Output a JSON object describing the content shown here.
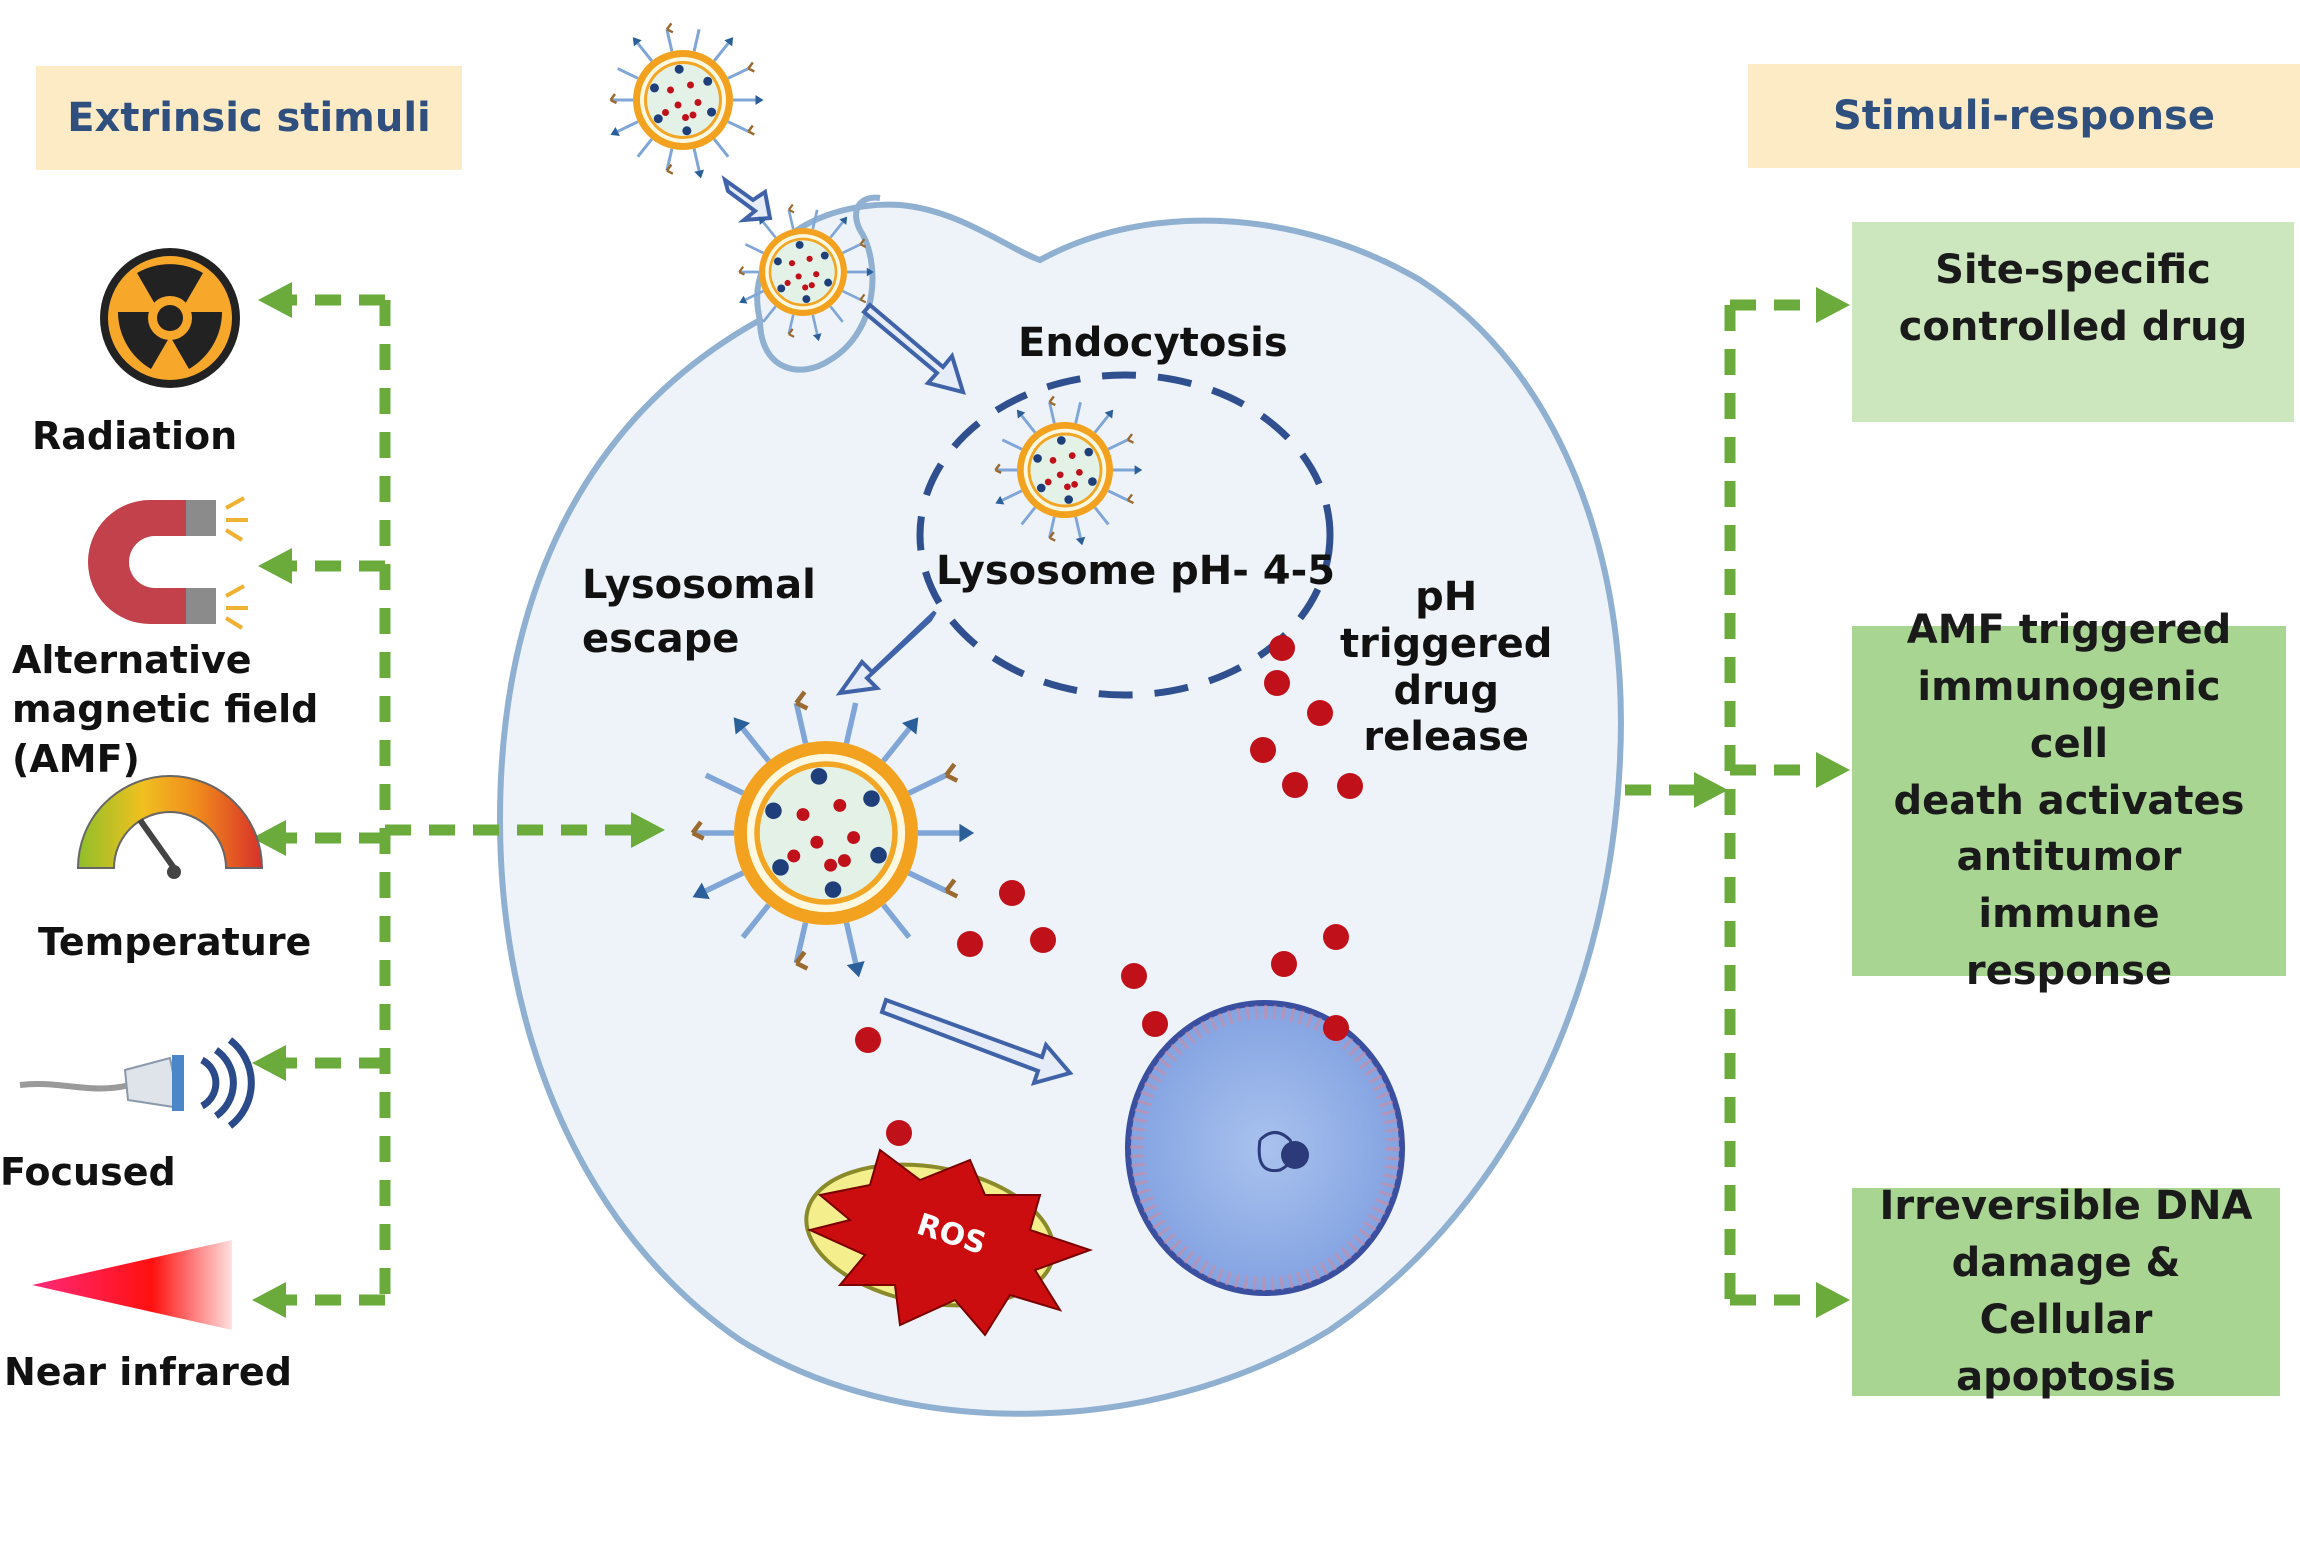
{
  "headers": {
    "extrinsic": "Extrinsic stimuli",
    "response": "Stimuli-response"
  },
  "stimuli": [
    {
      "label": "Radiation",
      "icon": "radiation-icon"
    },
    {
      "label": "Alternative\nmagnetic field\n(AMF)",
      "icon": "magnet-icon"
    },
    {
      "label": "Temperature",
      "icon": "thermometer-gauge-icon"
    },
    {
      "label": "Focused",
      "icon": "ultrasound-probe-icon"
    },
    {
      "label": "Near infrared",
      "icon": "infrared-beam-icon"
    }
  ],
  "responses": [
    {
      "label": "Site-specific\ncontrolled drug"
    },
    {
      "label": "AMF triggered\nimmunogenic cell\ndeath activates\nantitumor immune\nresponse"
    },
    {
      "label": "Irreversible DNA\ndamage & Cellular\napoptosis"
    }
  ],
  "cell": {
    "endocytosis": "Endocytosis",
    "lysosome": "Lysosome pH- 4-5",
    "escape_line1": "Lysosomal",
    "escape_line2": "escape",
    "ph_line1": "pH",
    "ph_line2": "triggered",
    "ph_line3": "drug",
    "ph_line4": "release",
    "ros": "ROS"
  },
  "colors": {
    "header_bg": "#fdebc6",
    "header_text": "#2f4f7f",
    "arrow_green": "#6aab3c",
    "response_light": "#cce6bd",
    "response_dark": "#a9d593",
    "cell_fill": "#eef3fa",
    "cell_stroke": "#8fb0d0",
    "drug_red": "#c0101a"
  }
}
